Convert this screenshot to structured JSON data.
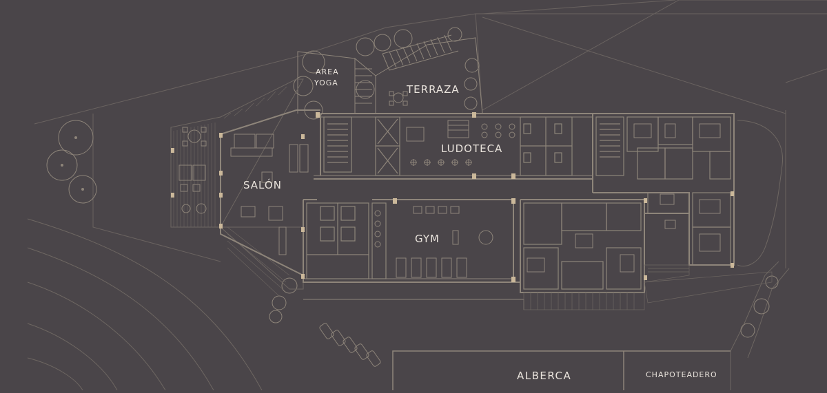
{
  "labels": {
    "area_yoga_line1": "AREA",
    "area_yoga_line2": "YOGA",
    "terraza": "TERRAZA",
    "ludoteca": "LUDOTECA",
    "salon": "SALÓN",
    "gym": "GYM",
    "alberca": "ALBERCA",
    "chapoteadero": "CHAPOTEADERO"
  },
  "colors": {
    "background": "#4a4549",
    "wall": "#8e857a",
    "line_light": "#6d6661",
    "accent_column": "#cbb89a",
    "text": "#e9e3dc"
  }
}
